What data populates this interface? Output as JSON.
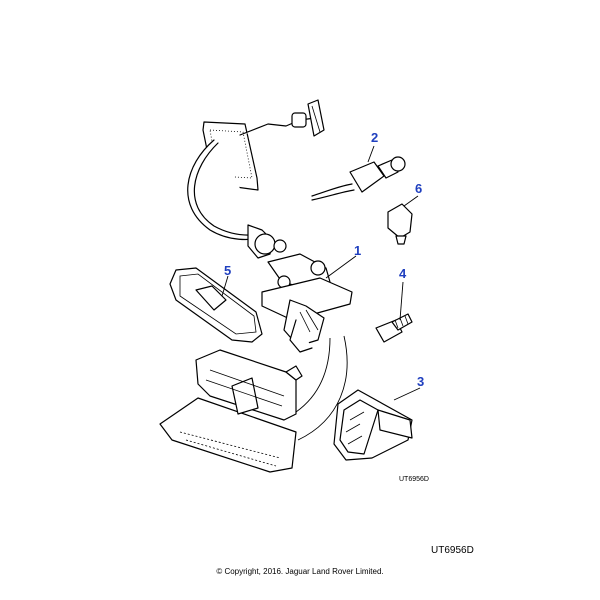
{
  "callouts": [
    {
      "id": "1",
      "label": "1"
    },
    {
      "id": "2",
      "label": "2"
    },
    {
      "id": "3",
      "label": "3"
    },
    {
      "id": "4",
      "label": "4"
    },
    {
      "id": "5",
      "label": "5"
    },
    {
      "id": "6",
      "label": "6"
    }
  ],
  "figure_code_small": "UT6956D",
  "figure_code_large": "UT6956D",
  "copyright": "© Copyright, 2016. Jaguar Land Rover Limited.",
  "colors": {
    "callout": "#1f3fbf",
    "line": "#000000",
    "background": "#ffffff"
  }
}
